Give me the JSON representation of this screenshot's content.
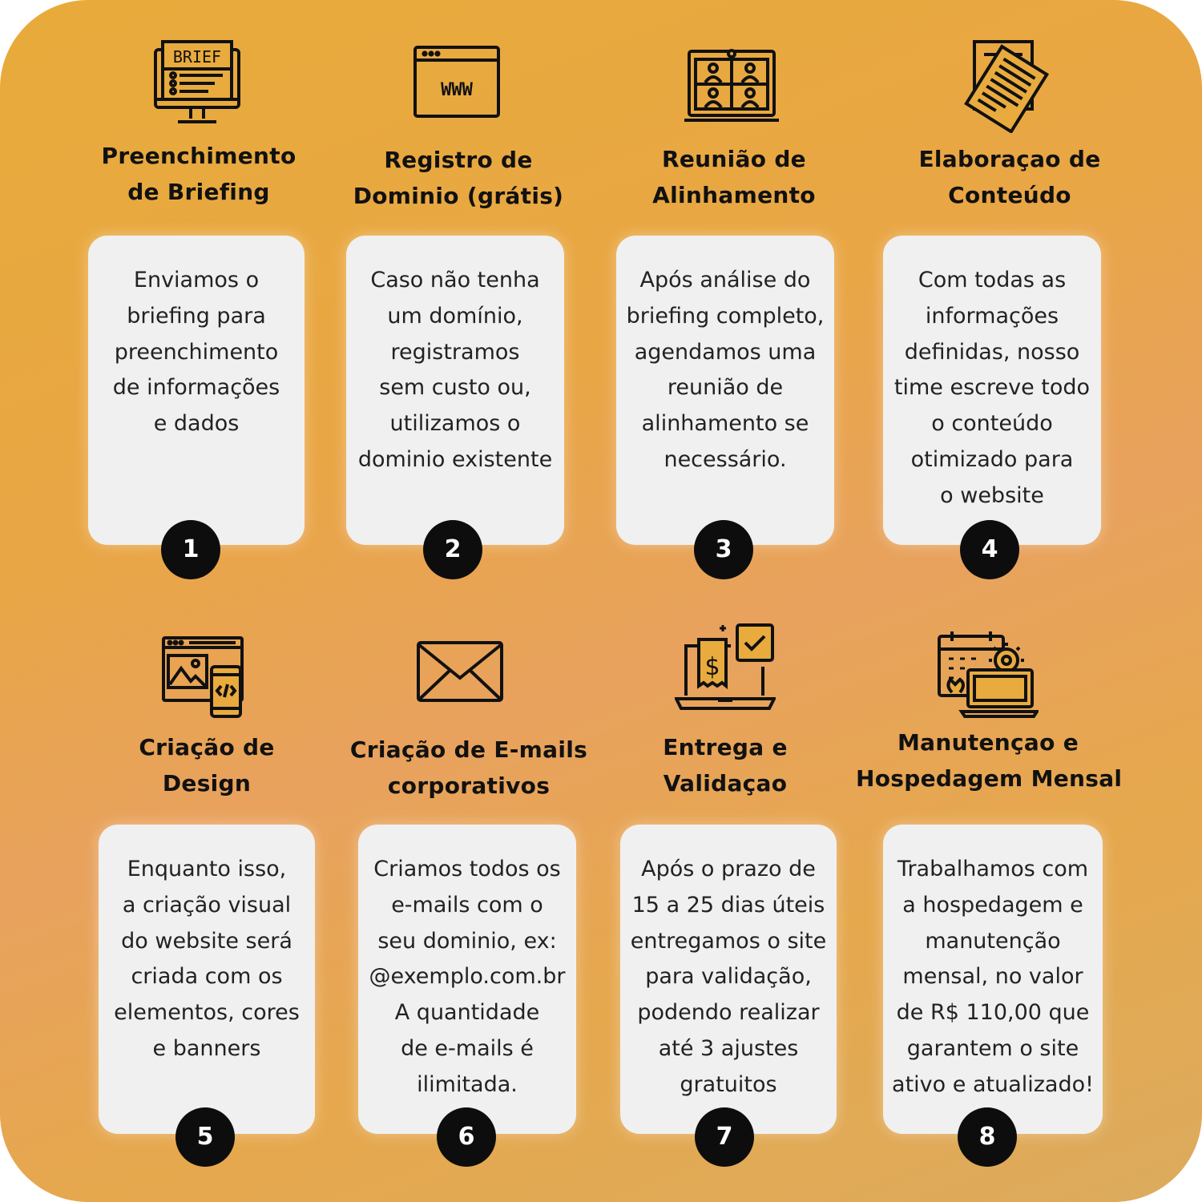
{
  "steps": [
    {
      "number": "1",
      "icon": "brief-monitor-icon",
      "icon_text": "BRIEF",
      "title": [
        "Preenchimento",
        "de Briefing"
      ],
      "description": [
        "Enviamos o",
        "briefing para",
        "preenchimento",
        "de informações",
        "e dados"
      ]
    },
    {
      "number": "2",
      "icon": "www-browser-icon",
      "icon_text": "WWW",
      "title": [
        "Registro de",
        "Dominio (grátis)"
      ],
      "description": [
        "Caso não tenha",
        "um domínio,",
        "registramos",
        "sem custo ou,",
        "utilizamos o",
        "dominio existente"
      ]
    },
    {
      "number": "3",
      "icon": "video-meeting-icon",
      "title": [
        "Reunião de",
        "Alinhamento"
      ],
      "description": [
        "Após análise do",
        "briefing completo,",
        "agendamos uma",
        "reunião de",
        "alinhamento se",
        "necessário."
      ]
    },
    {
      "number": "4",
      "icon": "documents-icon",
      "title": [
        "Elaboraçao de",
        "Conteúdo"
      ],
      "description": [
        "Com todas as",
        "informações",
        "definidas, nosso",
        "time escreve todo",
        "o conteúdo",
        "otimizado para",
        "o website"
      ]
    },
    {
      "number": "5",
      "icon": "web-design-icon",
      "title": [
        "Criação de",
        "Design"
      ],
      "description": [
        "Enquanto isso,",
        "a criação visual",
        "do website será",
        "criada com os",
        "elementos, cores",
        "e banners"
      ]
    },
    {
      "number": "6",
      "icon": "envelope-icon",
      "title": [
        "Criação de E-mails",
        "corporativos"
      ],
      "description": [
        "Criamos todos os",
        "e-mails com o",
        "seu dominio, ex:",
        "@exemplo.com.br",
        "A quantidade",
        "de e-mails é",
        "ilimitada."
      ]
    },
    {
      "number": "7",
      "icon": "laptop-invoice-check-icon",
      "title": [
        "Entrega e",
        "Validaçao"
      ],
      "description": [
        "Após o prazo de",
        "15 a 25 dias úteis",
        "entregamos o site",
        "para validação,",
        "podendo realizar",
        "até 3 ajustes",
        "gratuitos"
      ]
    },
    {
      "number": "8",
      "icon": "calendar-laptop-gear-icon",
      "title": [
        "Manutençao e",
        "Hospedagem Mensal"
      ],
      "description": [
        "Trabalhamos com",
        "a hospedagem e",
        "manutenção",
        "mensal, no valor",
        "de R$ 110,00 que",
        "garantem o site",
        "ativo e atualizado!"
      ]
    }
  ]
}
